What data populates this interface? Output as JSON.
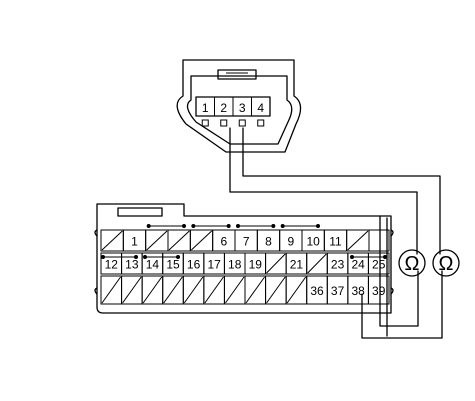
{
  "sensor_connector": {
    "pins": [
      "1",
      "2",
      "3",
      "4"
    ]
  },
  "ecu_connector": {
    "row1": [
      "",
      "1",
      "",
      "",
      "",
      "6",
      "7",
      "8",
      "9",
      "10",
      "11",
      ""
    ],
    "row2": [
      "12",
      "13",
      "14",
      "15",
      "16",
      "17",
      "18",
      "19",
      "",
      "21",
      "",
      "23",
      "24",
      "25"
    ],
    "row3": [
      "",
      "",
      "",
      "",
      "",
      "",
      "",
      "",
      "",
      "",
      "36",
      "37",
      "38",
      "39"
    ]
  },
  "meters": [
    {
      "icon": "ohm-meter-icon",
      "symbol": "Ω"
    },
    {
      "icon": "ohm-meter-icon",
      "symbol": "Ω"
    }
  ]
}
